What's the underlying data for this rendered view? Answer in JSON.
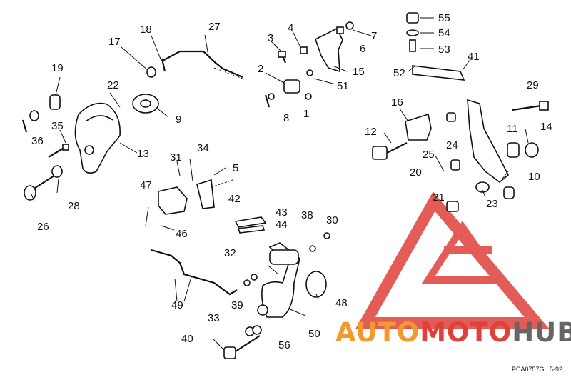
{
  "diagram": {
    "callouts": [
      "1",
      "2",
      "3",
      "4",
      "5",
      "6",
      "7",
      "8",
      "9",
      "10",
      "11",
      "12",
      "13",
      "14",
      "15",
      "16",
      "17",
      "18",
      "19",
      "20",
      "21",
      "22",
      "23",
      "24",
      "25",
      "26",
      "27",
      "28",
      "29",
      "30",
      "31",
      "32",
      "33",
      "34",
      "35",
      "36",
      "38",
      "39",
      "40",
      "41",
      "42",
      "43",
      "44",
      "46",
      "47",
      "48",
      "49",
      "50",
      "51",
      "52",
      "53",
      "54",
      "55",
      "56"
    ],
    "code": "PCA0757G",
    "date": "5-92"
  },
  "watermark": {
    "auto": "AUTO",
    "moto": "MOTO",
    "hub": "HUB",
    "colors": {
      "red": "#e0403a",
      "orange": "#f29a2e",
      "gray": "#666666"
    }
  }
}
